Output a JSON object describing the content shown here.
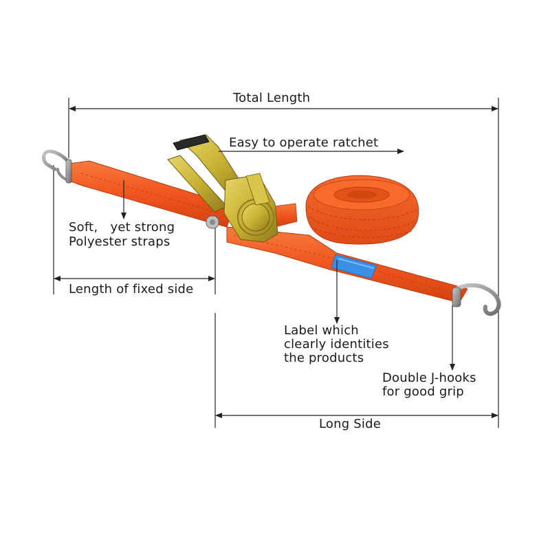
{
  "dimensions": {
    "total_length": "Total Length",
    "fixed_side": "Length of fixed side",
    "long_side": "Long Side"
  },
  "callouts": {
    "ratchet": "Easy to operate ratchet",
    "strap_line1": "Soft,　yet strong",
    "strap_line2": "Polyester straps",
    "label_line1": "Label which",
    "label_line2": "clearly identities",
    "label_line3": "the products",
    "hooks_line1": "Double J-hooks",
    "hooks_line2": "for good grip"
  },
  "colors": {
    "strap": "#f0551e",
    "strap_dark": "#c83d10",
    "label_tag": "#3a8fe6",
    "ratchet_metal": "#c9b232",
    "hook_metal": "#8c8c8c",
    "handle_grip": "#2a2a2a",
    "dimension_line": "#222222"
  }
}
